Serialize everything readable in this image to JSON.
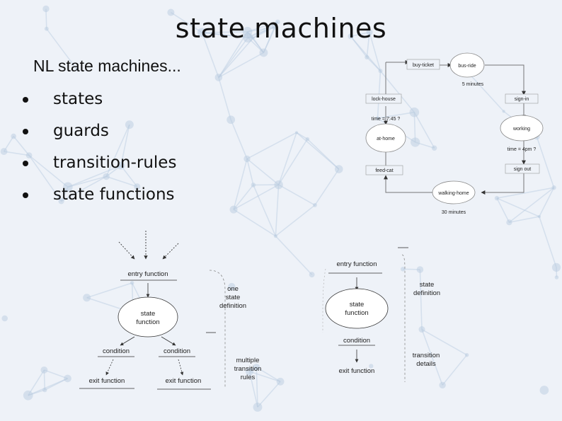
{
  "slide": {
    "title": "state machines",
    "subtitle": "NL state machines...",
    "bullets": [
      "states",
      "guards",
      "transition-rules",
      "state functions"
    ]
  },
  "day_cycle": {
    "buy_ticket": "buy-ticket",
    "bus_ride": "bus-ride",
    "five_minutes": "5 minutes",
    "lock_house": "lock-house",
    "sign_in": "sign-in",
    "time_745": "time = 7:45 ?",
    "at_home": "at-home",
    "working": "working",
    "time_4pm": "time = 4pm ?",
    "feed_cat": "feed-cat",
    "sign_out": "sign out",
    "walking_home": "walking-home",
    "thirty_minutes": "30 minutes"
  },
  "left_diagram": {
    "entry_function": "entry function",
    "state_function": [
      "state",
      "function"
    ],
    "condition_left": "condition",
    "condition_right": "condition",
    "exit_left": "exit function",
    "exit_right": "exit function",
    "one_state_definition": [
      "one",
      "state",
      "definition"
    ],
    "multiple_transition_rules": [
      "multiple",
      "transition",
      "rules"
    ]
  },
  "right_diagram": {
    "entry_function": "entry function",
    "state_definition": [
      "state",
      "definition"
    ],
    "state_function": [
      "state",
      "function"
    ],
    "condition": "condition",
    "transition_details": [
      "transition",
      "details"
    ],
    "exit_function": "exit function"
  },
  "colors": {
    "background": "#eef2f8",
    "molecule": "#b9cbe0",
    "text": "#111111"
  }
}
